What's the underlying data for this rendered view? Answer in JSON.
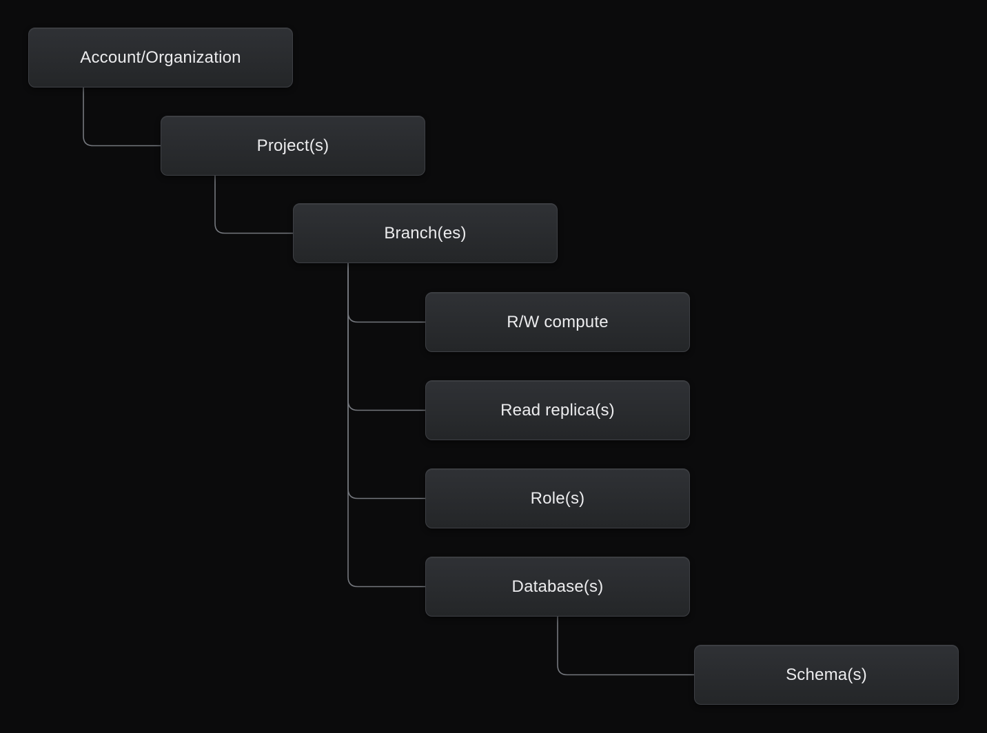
{
  "diagram": {
    "type": "hierarchy",
    "nodes": [
      {
        "id": "account-organization",
        "label": "Account/Organization"
      },
      {
        "id": "projects",
        "label": "Project(s)"
      },
      {
        "id": "branches",
        "label": "Branch(es)"
      },
      {
        "id": "rw-compute",
        "label": "R/W compute"
      },
      {
        "id": "read-replicas",
        "label": "Read replica(s)"
      },
      {
        "id": "roles",
        "label": "Role(s)"
      },
      {
        "id": "databases",
        "label": "Database(s)"
      },
      {
        "id": "schemas",
        "label": "Schema(s)"
      }
    ],
    "edges": [
      {
        "from": "account-organization",
        "to": "projects"
      },
      {
        "from": "projects",
        "to": "branches"
      },
      {
        "from": "branches",
        "to": "rw-compute"
      },
      {
        "from": "branches",
        "to": "read-replicas"
      },
      {
        "from": "branches",
        "to": "roles"
      },
      {
        "from": "branches",
        "to": "databases"
      },
      {
        "from": "databases",
        "to": "schemas"
      }
    ]
  },
  "colors": {
    "background": "#0b0b0c",
    "node-fill-top": "#2f3135",
    "node-fill-bottom": "#242628",
    "node-border": "#3e4045",
    "node-text": "#ececee",
    "connector": "#75787e"
  }
}
